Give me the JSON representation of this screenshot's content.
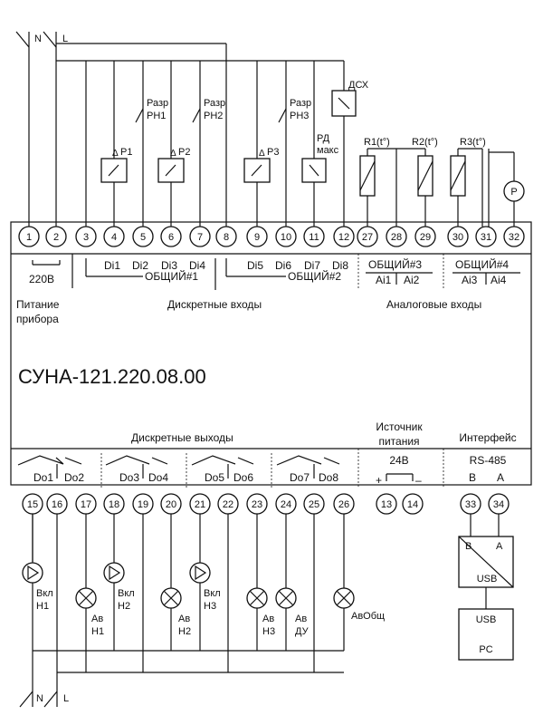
{
  "mains": {
    "n": "N",
    "l": "L"
  },
  "top_terminals": [
    "1",
    "2",
    "3",
    "4",
    "5",
    "6",
    "7",
    "8",
    "9",
    "10",
    "11",
    "12",
    "27",
    "28",
    "29",
    "30",
    "31",
    "32"
  ],
  "bottom_terminals": [
    "15",
    "16",
    "17",
    "18",
    "19",
    "20",
    "21",
    "22",
    "23",
    "24",
    "25",
    "26",
    "13",
    "14",
    "33",
    "34"
  ],
  "inputs": {
    "supply_voltage": "220В",
    "di": [
      "Di1",
      "Di2",
      "Di3",
      "Di4",
      "Di5",
      "Di6",
      "Di7",
      "Di8"
    ],
    "common1": "ОБЩИЙ#1",
    "common2": "ОБЩИЙ#2",
    "common3": "ОБЩИЙ#3",
    "common4": "ОБЩИЙ#4",
    "ai": [
      "Ai1",
      "Ai2",
      "Ai3",
      "Ai4"
    ]
  },
  "section_labels": {
    "power_l1": "Питание",
    "power_l2": "прибора",
    "discrete_inputs": "Дискретные входы",
    "analog_inputs": "Аналоговые входы",
    "discrete_outputs": "Дискретные выходы",
    "psu_l1": "Источник",
    "psu_l2": "питания",
    "interface": "Интерфейс"
  },
  "device_title": "СУНА-121.220.08.00",
  "outputs": {
    "do": [
      "Do1",
      "Do2",
      "Do3",
      "Do4",
      "Do5",
      "Do6",
      "Do7",
      "Do8"
    ],
    "psu_voltage": "24В",
    "plus": "+",
    "minus": "–",
    "rs485": "RS-485",
    "b": "B",
    "a": "A"
  },
  "sensors": {
    "p1": "P1",
    "p2": "P2",
    "p3": "P3",
    "razr_rn1": [
      "Разр",
      "РН1"
    ],
    "razr_rn2": [
      "Разр",
      "РН2"
    ],
    "razr_rn3": [
      "Разр",
      "РН3"
    ],
    "rd_max": [
      "РД",
      "макс"
    ],
    "dsx": "ДСХ",
    "r1": "R1(t°)",
    "r2": "R2(t°)",
    "r3": "R3(t°)",
    "p": "P"
  },
  "loads": {
    "vkl_h1": [
      "Вкл",
      "Н1"
    ],
    "av_h1": [
      "Ав",
      "Н1"
    ],
    "vkl_h2": [
      "Вкл",
      "Н2"
    ],
    "av_h2": [
      "Ав",
      "Н2"
    ],
    "vkl_h3": [
      "Вкл",
      "Н3"
    ],
    "av_h3": [
      "Ав",
      "Н3"
    ],
    "av_du": [
      "Ав",
      "ДУ"
    ],
    "av_obsh": "АвОбщ"
  },
  "converter": {
    "b": "B",
    "a": "A",
    "usb": "USB"
  },
  "pc": {
    "usb": "USB",
    "label": "PC"
  }
}
